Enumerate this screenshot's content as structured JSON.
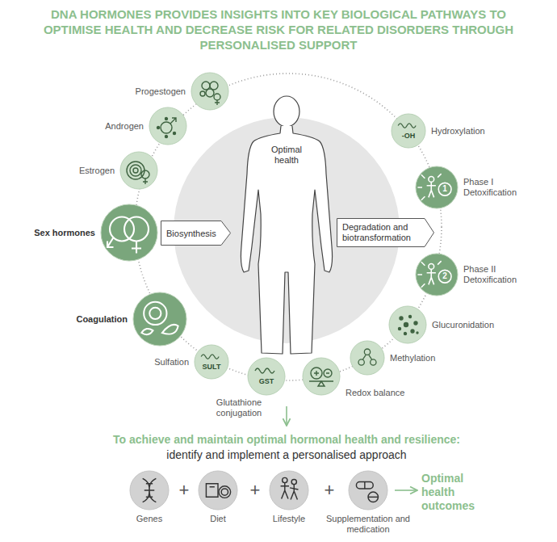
{
  "diagram": {
    "title": "DNA HORMONES PROVIDES INSIGHTS INTO KEY BIOLOGICAL PATHWAYS TO OPTIMISE HEALTH AND DECREASE RISK FOR RELATED DISORDERS THROUGH PERSONALISED SUPPORT",
    "nodes": [
      {
        "text": [
          "Progestogen"
        ]
      },
      {
        "text": [
          "Androgen"
        ]
      },
      {
        "text": [
          "Estrogen"
        ]
      },
      {
        "text": [
          "Sex hormones"
        ]
      },
      {
        "text": [
          "Coagulation"
        ]
      },
      {
        "text": [
          "SULT",
          "Sulfation"
        ]
      },
      {
        "text": [
          "GST",
          "Glutathione conjugation"
        ]
      },
      {
        "text": [
          "Redox balance"
        ]
      },
      {
        "text": [
          "Methylation"
        ]
      },
      {
        "text": [
          "Glucuronidation"
        ]
      },
      {
        "text": [
          "2",
          "Phase II Detoxification"
        ]
      },
      {
        "text": [
          "1",
          "Phase I Detoxification"
        ]
      },
      {
        "text": [
          "-OH",
          "Hydroxylation"
        ]
      },
      {
        "text": [
          "Biosynthesis"
        ]
      },
      {
        "text": [
          "Optimal health"
        ]
      },
      {
        "text": [
          "Degradation and biotransformation"
        ]
      },
      {
        "text": [
          "Genes"
        ]
      },
      {
        "text": [
          "Diet"
        ]
      },
      {
        "text": [
          "Lifestyle"
        ]
      },
      {
        "text": [
          "Supplementation and medication"
        ]
      }
    ],
    "labels": [
      "To achieve and maintain optimal hormonal health and resilience:",
      "identify and implement a personalised approach",
      "+",
      "+",
      "+",
      "Optimal health outcomes"
    ]
  }
}
